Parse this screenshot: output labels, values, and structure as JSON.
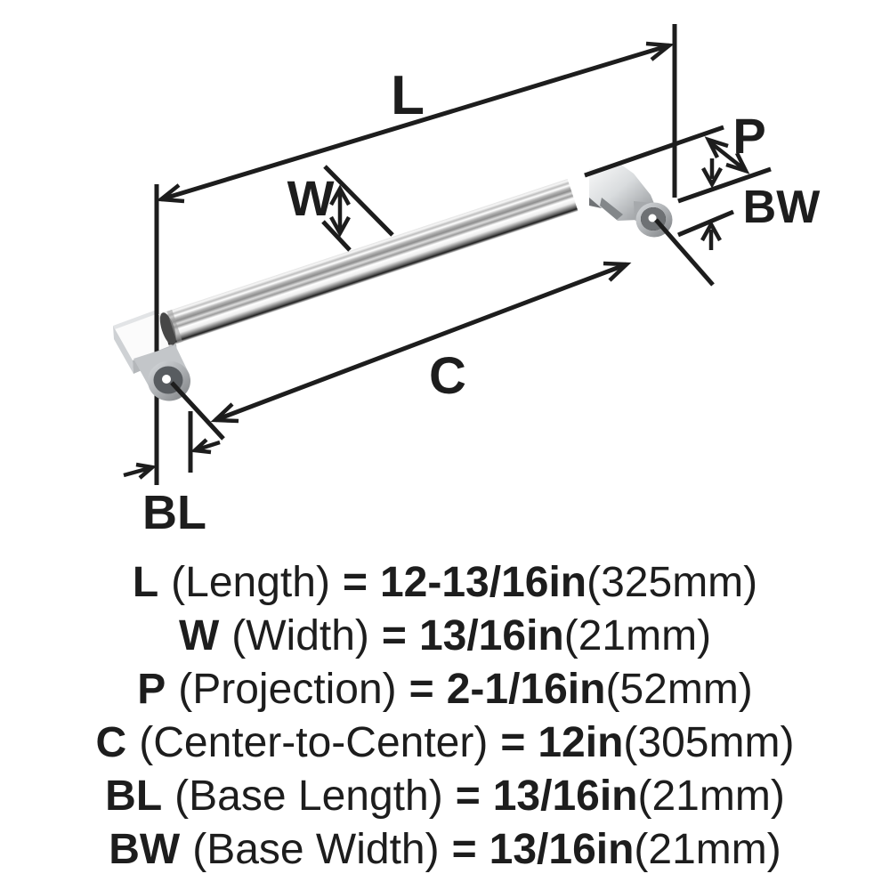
{
  "diagram": {
    "background": "#ffffff",
    "line_color": "#1d1d1d",
    "metal_light": "#f2f2f2",
    "metal_mid": "#b9bcbf",
    "metal_dark": "#4a4a4a",
    "labels": {
      "length": "L",
      "width": "W",
      "projection": "P",
      "base_width": "BW",
      "center_to_center": "C",
      "base_length": "BL"
    }
  },
  "specs": [
    {
      "code": "L",
      "name": "(Length)",
      "eq": "=",
      "value": "12-13/16in",
      "metric": "(325mm)"
    },
    {
      "code": "W",
      "name": "(Width)",
      "eq": "=",
      "value": "13/16in",
      "metric": "(21mm)"
    },
    {
      "code": "P",
      "name": "(Projection)",
      "eq": "=",
      "value": "2-1/16in",
      "metric": "(52mm)"
    },
    {
      "code": "C",
      "name": "(Center-to-Center)",
      "eq": "=",
      "value": "12in",
      "metric": "(305mm)"
    },
    {
      "code": "BL",
      "name": "(Base Length)",
      "eq": "=",
      "value": "13/16in",
      "metric": "(21mm)"
    },
    {
      "code": "BW",
      "name": "(Base Width)",
      "eq": "=",
      "value": "13/16in",
      "metric": "(21mm)"
    }
  ]
}
